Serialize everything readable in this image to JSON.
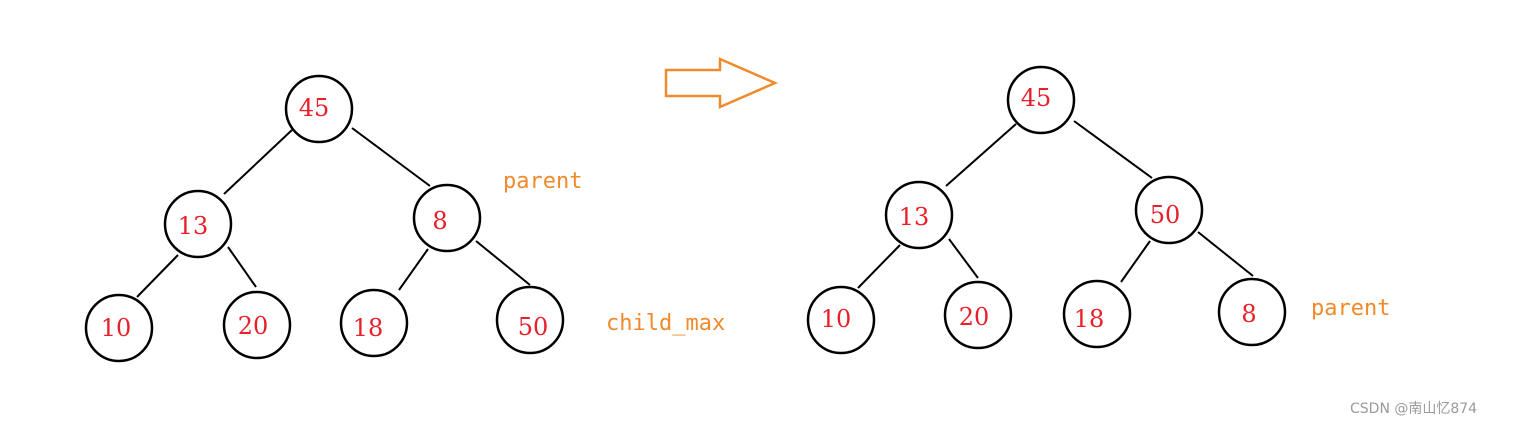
{
  "colors": {
    "node_label": "#e8202a",
    "pointer_label": "#f08a2a",
    "arrow": "#f08a2a",
    "stroke": "#000000"
  },
  "before": {
    "nodes": [
      "45",
      "13",
      "8",
      "10",
      "20",
      "18",
      "50"
    ],
    "labels": {
      "parent": "parent",
      "child_max": "child_max"
    }
  },
  "after": {
    "nodes": [
      "45",
      "13",
      "50",
      "10",
      "20",
      "18",
      "8"
    ],
    "labels": {
      "parent": "parent"
    }
  },
  "arrow_icon": "right-arrow-icon",
  "watermark": "CSDN @南山忆874"
}
